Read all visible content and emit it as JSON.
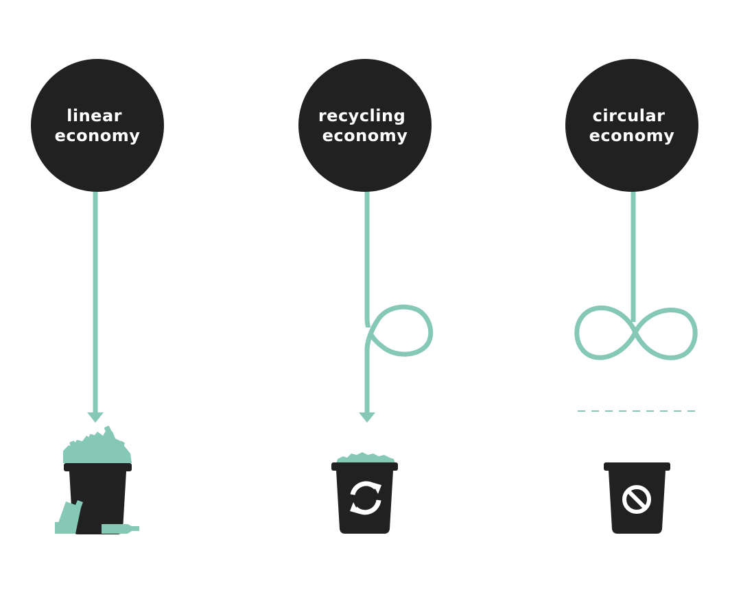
{
  "colors": {
    "accent": "#86c8b6",
    "dark": "#212121",
    "background": "#ffffff"
  },
  "columns": [
    {
      "id": "linear",
      "label_line1": "linear",
      "label_line2": "economy",
      "path_shape": "straight-arrow",
      "bin_state": "overflowing-with-bottles"
    },
    {
      "id": "recycling",
      "label_line1": "recycling",
      "label_line2": "economy",
      "path_shape": "single-loop-arrow",
      "bin_state": "partly-filled-recycle",
      "bin_icon": "recycle-icon"
    },
    {
      "id": "circular",
      "label_line1": "circular",
      "label_line2": "economy",
      "path_shape": "infinity-loop",
      "bin_state": "empty-no-waste",
      "bin_icon": "no-entry-icon"
    }
  ]
}
